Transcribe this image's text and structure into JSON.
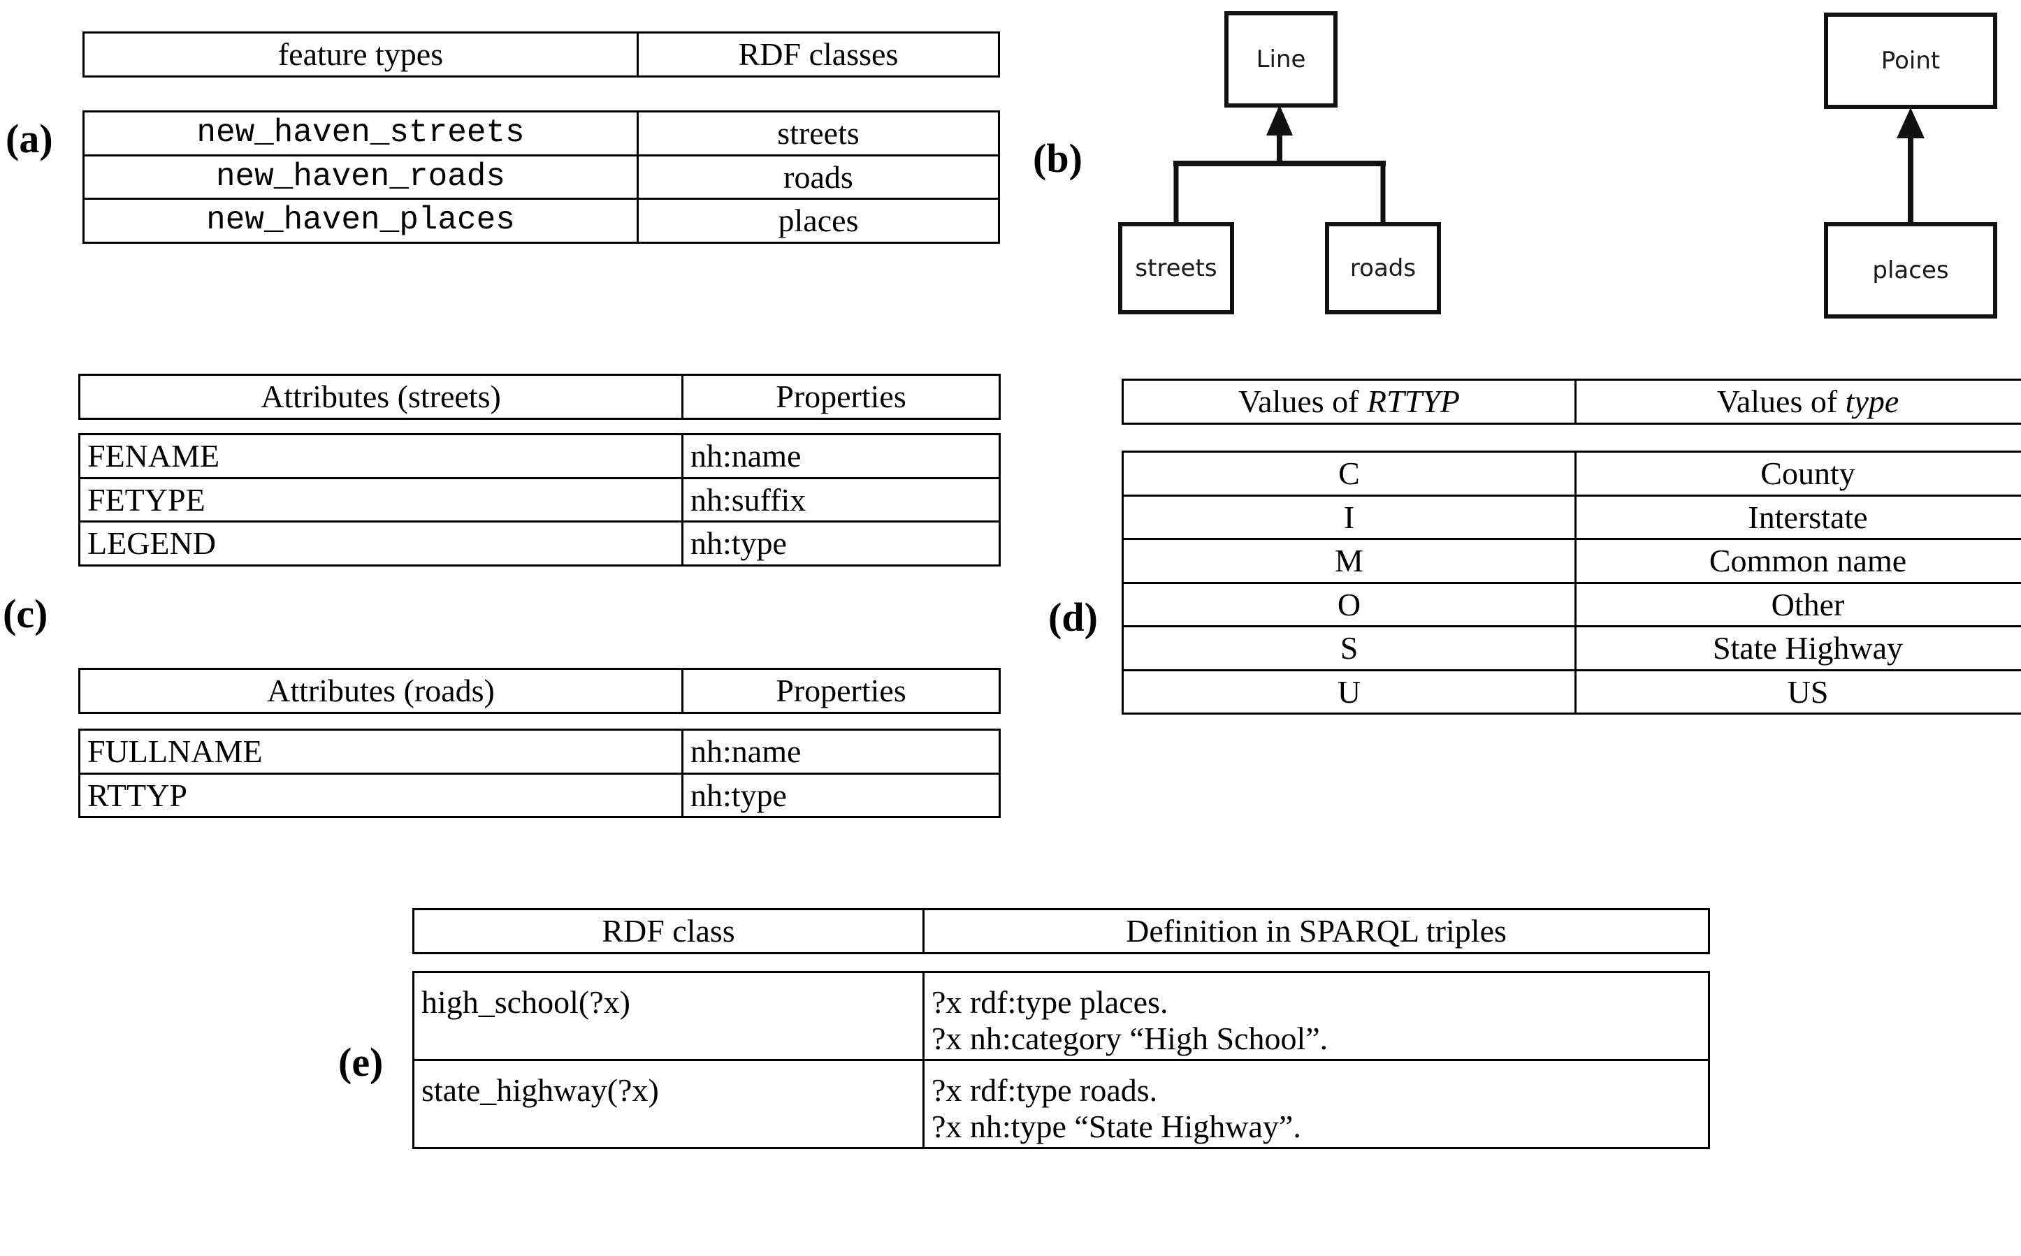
{
  "figure": {
    "panels": [
      {
        "id": "a",
        "label": "(a)"
      },
      {
        "id": "b",
        "label": "(b)"
      },
      {
        "id": "c",
        "label": "(c)"
      },
      {
        "id": "d",
        "label": "(d)"
      },
      {
        "id": "e",
        "label": "(e)"
      }
    ]
  },
  "panel_a": {
    "headers": [
      "feature types",
      "RDF classes"
    ],
    "rows": [
      {
        "feature_type": "new_haven_streets",
        "rdf_class": "streets"
      },
      {
        "feature_type": "new_haven_roads",
        "rdf_class": "roads"
      },
      {
        "feature_type": "new_haven_places",
        "rdf_class": "places"
      }
    ]
  },
  "panel_b": {
    "nodes": [
      {
        "id": "line",
        "label": "Line"
      },
      {
        "id": "streets",
        "label": "streets"
      },
      {
        "id": "roads",
        "label": "roads"
      },
      {
        "id": "point",
        "label": "Point"
      },
      {
        "id": "places",
        "label": "places"
      }
    ],
    "edges": [
      {
        "from": "streets",
        "to": "line",
        "kind": "generalization"
      },
      {
        "from": "roads",
        "to": "line",
        "kind": "generalization"
      },
      {
        "from": "places",
        "to": "point",
        "kind": "generalization"
      }
    ]
  },
  "panel_c": {
    "tables": [
      {
        "headers": [
          "Attributes (streets)",
          "Properties"
        ],
        "rows": [
          {
            "attribute": "FENAME",
            "property": "nh:name"
          },
          {
            "attribute": "FETYPE",
            "property": "nh:suffix"
          },
          {
            "attribute": "LEGEND",
            "property": "nh:type"
          }
        ]
      },
      {
        "headers": [
          "Attributes (roads)",
          "Properties"
        ],
        "rows": [
          {
            "attribute": "FULLNAME",
            "property": "nh:name"
          },
          {
            "attribute": "RTTYP",
            "property": "nh:type"
          }
        ]
      }
    ]
  },
  "panel_d": {
    "headers": [
      "Values of RTTYP",
      "Values of type"
    ],
    "header_parts": [
      {
        "plain": "Values of ",
        "italic": "RTTYP"
      },
      {
        "plain": "Values of ",
        "italic": "type"
      }
    ],
    "rows": [
      {
        "code": "C",
        "type": "County"
      },
      {
        "code": "I",
        "type": "Interstate"
      },
      {
        "code": "M",
        "type": "Common name"
      },
      {
        "code": "O",
        "type": "Other"
      },
      {
        "code": "S",
        "type": "State Highway"
      },
      {
        "code": "U",
        "type": "US"
      }
    ]
  },
  "panel_e": {
    "headers": [
      "RDF class",
      "Definition in SPARQL triples"
    ],
    "rows": [
      {
        "rdf_class": "high_school(?x)",
        "triple_1": "?x rdf:type places.",
        "triple_2": "?x nh:category “High School”."
      },
      {
        "rdf_class": "state_highway(?x)",
        "triple_1": "?x rdf:type roads.",
        "triple_2": "?x nh:type “State Highway”."
      }
    ]
  },
  "colors": {
    "ink": "#000000",
    "diagram_ink": "#111111",
    "background": "#ffffff"
  }
}
